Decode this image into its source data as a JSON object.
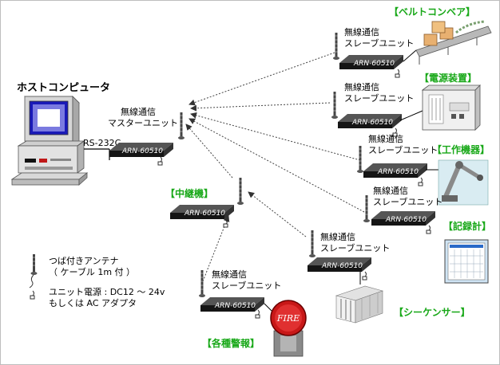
{
  "host": {
    "title": "ホストコンピュータ",
    "port": "RS-232C"
  },
  "master": {
    "line1": "無線通信",
    "line2": "マスターユニット",
    "model": "ARN-60510"
  },
  "repeater": {
    "label": "【中継機】",
    "model": "ARN-60510"
  },
  "slaves": [
    {
      "line1": "無線通信",
      "line2": "スレーブユニット",
      "model": "ARN-60510",
      "target": "【ベルトコンベア】"
    },
    {
      "line1": "無線通信",
      "line2": "スレーブユニット",
      "model": "ARN-60510",
      "target": "【電源装置】"
    },
    {
      "line1": "無線通信",
      "line2": "スレーブユニット",
      "model": "ARN-60510",
      "target": "【工作機器】"
    },
    {
      "line1": "無線通信",
      "line2": "スレーブユニット",
      "model": "ARN-60510",
      "target": "【記録計】"
    },
    {
      "line1": "無線通信",
      "line2": "スレーブユニット",
      "model": "ARN-60510",
      "target": "【シーケンサー】"
    },
    {
      "line1": "無線通信",
      "line2": "スレーブユニット",
      "model": "ARN-60510",
      "target": "【各種警報】"
    }
  ],
  "fire_sign": "FIRE",
  "legend": {
    "antenna_line1": "つば付きアンテナ",
    "antenna_line2": "（ ケーブル 1m 付 ）",
    "power_line1": "ユニット電源 : DC12 ～ 24v",
    "power_line2": "もしくは AC アダプタ"
  },
  "colors": {
    "label_green": "#18a818",
    "unit_dark": "#1a1a1a"
  }
}
